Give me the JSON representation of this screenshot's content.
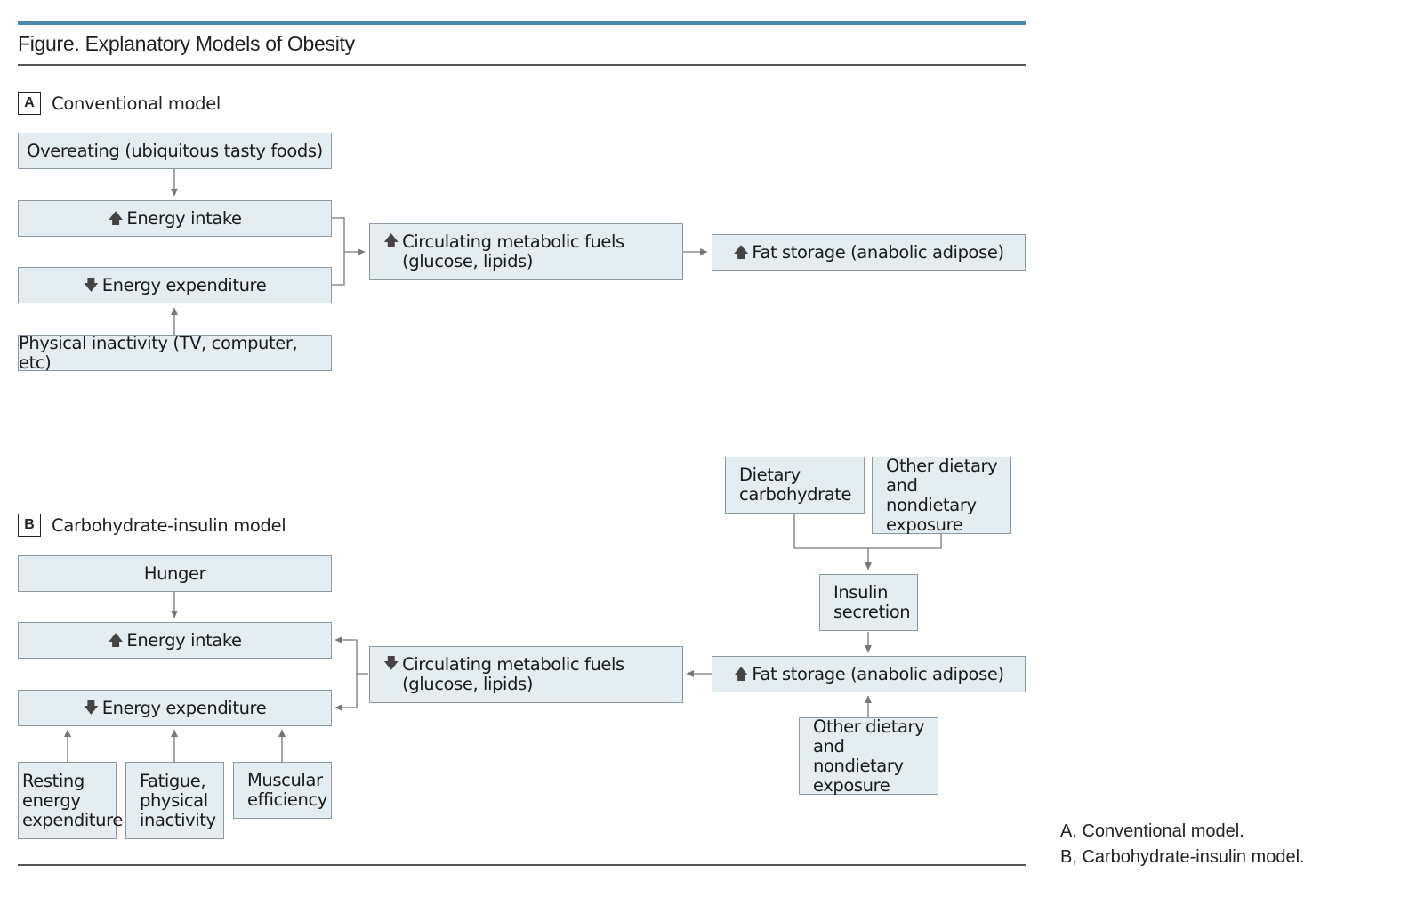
{
  "figure": {
    "title": "Figure. Explanatory Models of Obesity"
  },
  "panel_a": {
    "letter": "A",
    "label": "Conventional model",
    "overeating": "Overeating (ubiquitous tasty foods)",
    "energy_intake": {
      "arrow": "up",
      "text": "Energy intake"
    },
    "energy_expenditure": {
      "arrow": "down",
      "text": "Energy expenditure"
    },
    "physical_inactivity": "Physical inactivity (TV, computer, etc)",
    "circulating_fuels": {
      "arrow": "up",
      "text": "Circulating metabolic fuels\n(glucose, lipids)"
    },
    "fat_storage": {
      "arrow": "up",
      "text": "Fat storage (anabolic adipose)"
    }
  },
  "panel_b": {
    "letter": "B",
    "label": "Carbohydrate-insulin model",
    "hunger": "Hunger",
    "energy_intake": {
      "arrow": "up",
      "text": "Energy intake"
    },
    "energy_expenditure": {
      "arrow": "down",
      "text": "Energy expenditure"
    },
    "resting": "Resting\nenergy\nexpenditure",
    "fatigue": "Fatigue,\nphysical\ninactivity",
    "muscular": "Muscular\nefficiency",
    "circulating_fuels": {
      "arrow": "down",
      "text": "Circulating metabolic fuels\n(glucose, lipids)"
    },
    "fat_storage": {
      "arrow": "up",
      "text": "Fat storage (anabolic adipose)"
    },
    "dietary_carb": "Dietary\ncarbohydrate",
    "other_exposure_top": "Other dietary\nand nondietary\nexposure",
    "insulin": "Insulin\nsecretion",
    "other_exposure_bottom": "Other dietary\nand nondietary\nexposure"
  },
  "captions": {
    "a": "A, Conventional model.",
    "b": "B, Carbohydrate-insulin model."
  },
  "colors": {
    "box_fill": "#e4edf2",
    "box_border": "#8a99a3",
    "connector": "#777777",
    "accent_bar": "#4a86ad"
  }
}
